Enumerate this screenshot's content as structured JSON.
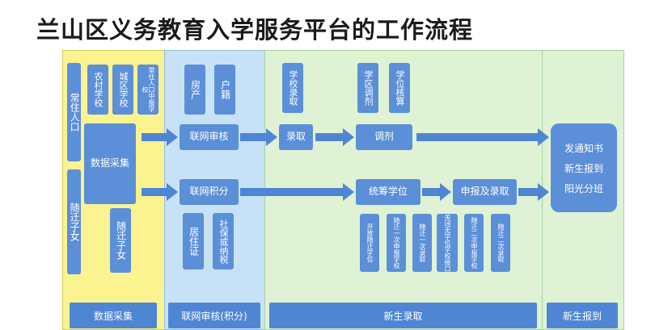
{
  "title": "兰山区义务教育入学服务平台的工作流程",
  "resident": "常住人口",
  "migrant": "随迁子女",
  "rural_school": "农村学校",
  "urban_school": "城区学校",
  "resident_school": "常住人口中报学校",
  "data_collect": "数据采集",
  "migrant_child": "随迁子女",
  "property": "房产",
  "household": "户籍",
  "online_review": "联网审核",
  "online_points": "联网积分",
  "residence_permit": "居住证",
  "social_security": "社保或纳税",
  "school_admit": "学校录取",
  "district_adjust": "学区调剂",
  "seat_check": "学位核算",
  "admit": "录取",
  "adjust": "调剂",
  "coordinate_seats": "统筹学位",
  "apply_admit": "申报及录取",
  "small_boxes": [
    "开放随迁学位",
    "随迁一次申报学校",
    "随迁一次录取",
    "关闭无学位学校接口",
    "随迁二次申报学校",
    "随迁二次录取"
  ],
  "final_lines": [
    "发通知书",
    "新生报到",
    "阳光分班"
  ],
  "bottom_bars": [
    "数据采集",
    "联网审核(积分)",
    "新生录取",
    "新生报到"
  ]
}
